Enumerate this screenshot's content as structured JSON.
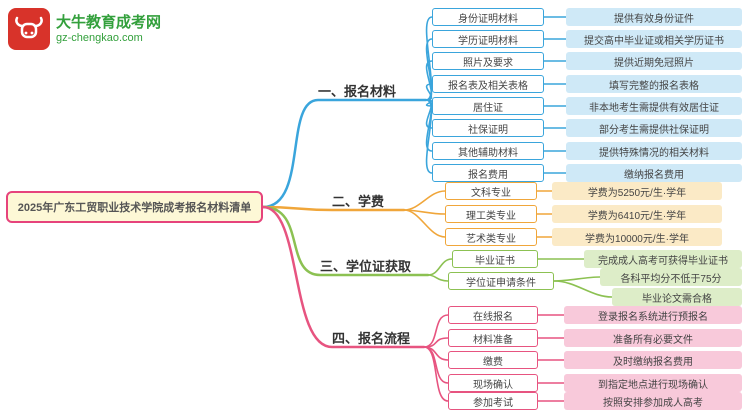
{
  "page": {
    "background": "#ffffff"
  },
  "logo": {
    "icon": "bull-icon",
    "site_name": "大牛教育成考网",
    "site_url": "gz-chengkao.com",
    "brand_red": "#d8332a",
    "brand_green": "#33a03c"
  },
  "main_topic": "2025年广东工贸职业技术学院成考报名材料清单",
  "main_node_colors": {
    "border": "#e6437c",
    "background": "#fdf8d6"
  },
  "branches": [
    {
      "label": "一、报名材料",
      "color": "#3aa5dc",
      "leaf_bg": "#cfe9f7",
      "items": [
        {
          "label": "身份证明材料",
          "details": [
            "提供有效身份证件"
          ]
        },
        {
          "label": "学历证明材料",
          "details": [
            "提交高中毕业证或相关学历证书"
          ]
        },
        {
          "label": "照片及要求",
          "details": [
            "提供近期免冠照片"
          ]
        },
        {
          "label": "报名表及相关表格",
          "details": [
            "填写完整的报名表格"
          ]
        },
        {
          "label": "居住证",
          "details": [
            "非本地考生需提供有效居住证"
          ]
        },
        {
          "label": "社保证明",
          "details": [
            "部分考生需提供社保证明"
          ]
        },
        {
          "label": "其他辅助材料",
          "details": [
            "提供特殊情况的相关材料"
          ]
        },
        {
          "label": "报名费用",
          "details": [
            "缴纳报名费用"
          ]
        }
      ]
    },
    {
      "label": "二、学费",
      "color": "#f0a63a",
      "leaf_bg": "#fbeac6",
      "items": [
        {
          "label": "文科专业",
          "details": [
            "学费为5250元/生·学年"
          ]
        },
        {
          "label": "理工类专业",
          "details": [
            "学费为6410元/生·学年"
          ]
        },
        {
          "label": "艺术类专业",
          "details": [
            "学费为10000元/生·学年"
          ]
        }
      ]
    },
    {
      "label": "三、学位证获取",
      "color": "#8cc152",
      "leaf_bg": "#ddedc8",
      "items": [
        {
          "label": "毕业证书",
          "details": [
            "完成成人高考可获得毕业证书"
          ]
        },
        {
          "label": "学位证申请条件",
          "details": [
            "各科平均分不低于75分",
            "毕业论文需合格"
          ]
        }
      ]
    },
    {
      "label": "四、报名流程",
      "color": "#e75480",
      "leaf_bg": "#f8c9da",
      "items": [
        {
          "label": "在线报名",
          "details": [
            "登录报名系统进行预报名"
          ]
        },
        {
          "label": "材料准备",
          "details": [
            "准备所有必要文件"
          ]
        },
        {
          "label": "缴费",
          "details": [
            "及时缴纳报名费用"
          ]
        },
        {
          "label": "现场确认",
          "details": [
            "到指定地点进行现场确认"
          ]
        },
        {
          "label": "参加考试",
          "details": [
            "按照安排参加成人高考"
          ]
        }
      ]
    }
  ]
}
